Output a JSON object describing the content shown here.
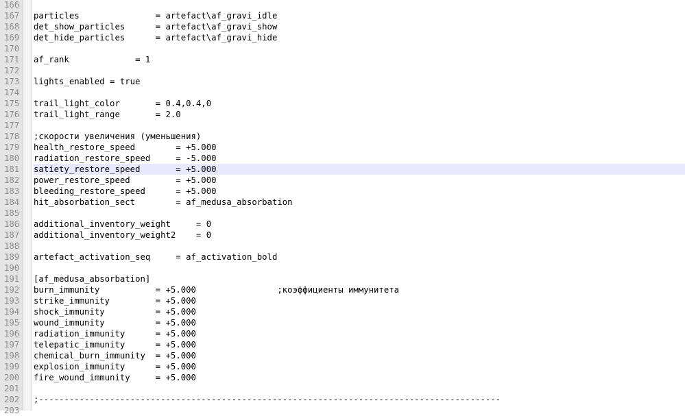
{
  "editor": {
    "current_line": 181,
    "lines": [
      {
        "n": "166",
        "text": ""
      },
      {
        "n": "167",
        "text": "particles               = artefact\\af_gravi_idle"
      },
      {
        "n": "168",
        "text": "det_show_particles      = artefact\\af_gravi_show"
      },
      {
        "n": "169",
        "text": "det_hide_particles      = artefact\\af_gravi_hide"
      },
      {
        "n": "170",
        "text": ""
      },
      {
        "n": "171",
        "text": "af_rank             = 1"
      },
      {
        "n": "172",
        "text": ""
      },
      {
        "n": "173",
        "text": "lights_enabled = true"
      },
      {
        "n": "174",
        "text": ""
      },
      {
        "n": "175",
        "text": "trail_light_color       = 0.4,0.4,0"
      },
      {
        "n": "176",
        "text": "trail_light_range       = 2.0"
      },
      {
        "n": "177",
        "text": ""
      },
      {
        "n": "178",
        "text": ";скорости увеличения (уменьшения)"
      },
      {
        "n": "179",
        "text": "health_restore_speed        = +5.000"
      },
      {
        "n": "180",
        "text": "radiation_restore_speed     = -5.000"
      },
      {
        "n": "181",
        "text": "satiety_restore_speed       = +5.000"
      },
      {
        "n": "182",
        "text": "power_restore_speed         = +5.000"
      },
      {
        "n": "183",
        "text": "bleeding_restore_speed      = +5.000"
      },
      {
        "n": "184",
        "text": "hit_absorbation_sect        = af_medusa_absorbation"
      },
      {
        "n": "185",
        "text": ""
      },
      {
        "n": "186",
        "text": "additional_inventory_weight     = 0"
      },
      {
        "n": "187",
        "text": "additional_inventory_weight2    = 0"
      },
      {
        "n": "188",
        "text": ""
      },
      {
        "n": "189",
        "text": "artefact_activation_seq     = af_activation_bold"
      },
      {
        "n": "190",
        "text": ""
      },
      {
        "n": "191",
        "text": "[af_medusa_absorbation]"
      },
      {
        "n": "192",
        "text": "burn_immunity           = +5.000                ;коэффициенты иммунитета"
      },
      {
        "n": "193",
        "text": "strike_immunity         = +5.000"
      },
      {
        "n": "194",
        "text": "shock_immunity          = +5.000"
      },
      {
        "n": "195",
        "text": "wound_immunity          = +5.000"
      },
      {
        "n": "196",
        "text": "radiation_immunity      = +5.000"
      },
      {
        "n": "197",
        "text": "telepatic_immunity      = +5.000"
      },
      {
        "n": "198",
        "text": "chemical_burn_immunity  = +5.000"
      },
      {
        "n": "199",
        "text": "explosion_immunity      = +5.000"
      },
      {
        "n": "200",
        "text": "fire_wound_immunity     = +5.000"
      },
      {
        "n": "201",
        "text": ""
      },
      {
        "n": "202",
        "text": ";-------------------------------------------------------------------------------------------"
      },
      {
        "n": "203",
        "text": ""
      }
    ]
  }
}
